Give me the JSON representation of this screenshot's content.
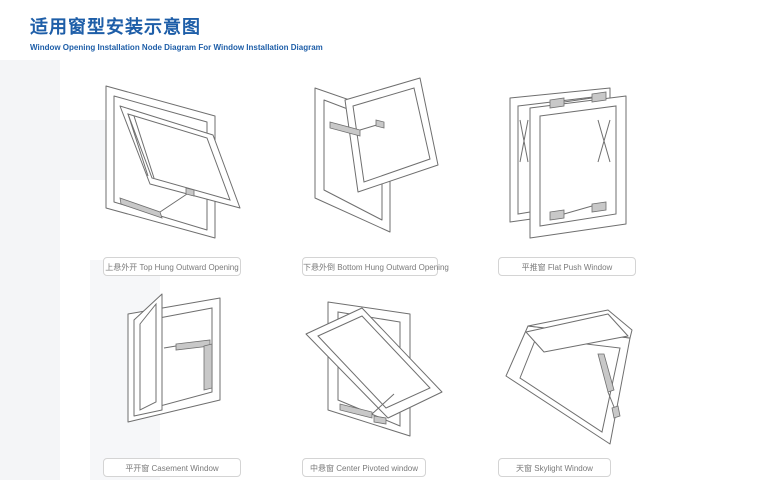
{
  "header": {
    "title": "适用窗型安装示意图",
    "subtitle": "Window Opening Installation Node Diagram For Window Installation Diagram"
  },
  "diagrams": [
    {
      "caption": "上悬外开  Top Hung Outward Opening"
    },
    {
      "caption": "下悬外倒  Bottom Hung Outward Opening"
    },
    {
      "caption": "平推窗  Flat Push Window"
    },
    {
      "caption": "平开窗  Casement Window"
    },
    {
      "caption": "中悬窗  Center Pivoted window"
    },
    {
      "caption": "天窗  Skylight Window"
    }
  ],
  "colors": {
    "accent": "#1e5ea8",
    "line": "#6f6f6f",
    "caption_text": "#7a7a7a"
  }
}
